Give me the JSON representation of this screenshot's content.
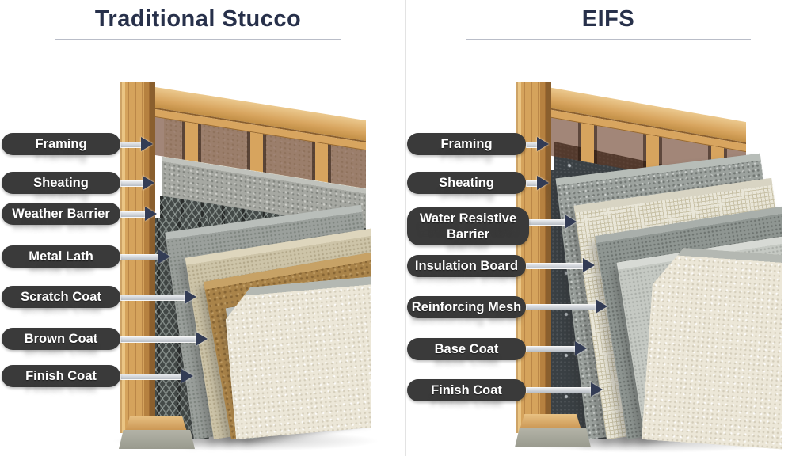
{
  "left": {
    "title": "Traditional Stucco",
    "labels": [
      "Framing",
      "Sheating",
      "Weather Barrier",
      "Metal Lath",
      "Scratch Coat",
      "Brown Coat",
      "Finish Coat"
    ],
    "layers": [
      {
        "name": "framing",
        "color": "#d2a05b"
      },
      {
        "name": "sheathing",
        "color": "#eeebde"
      },
      {
        "name": "weather-barrier",
        "color": "#a6a8a2"
      },
      {
        "name": "metal-lath",
        "color": "#444a48"
      },
      {
        "name": "scratch-coat",
        "color": "#9ba09c"
      },
      {
        "name": "tan-layer",
        "color": "#cdc4a8"
      },
      {
        "name": "brown-coat",
        "color": "#a98349"
      },
      {
        "name": "gray-layer",
        "color": "#a9ada9"
      },
      {
        "name": "finish-coat",
        "color": "#ece7d8"
      }
    ]
  },
  "right": {
    "title": "EIFS",
    "labels": [
      "Framing",
      "Sheating",
      "Water Resistive Barrier",
      "Insulation Board",
      "Reinforcing Mesh",
      "Base Coat",
      "Finish Coat"
    ],
    "layers": [
      {
        "name": "framing",
        "color": "#d2a05b"
      },
      {
        "name": "water-resistive-barrier",
        "color": "#3a4044"
      },
      {
        "name": "insulation-board",
        "color": "#9ca29e"
      },
      {
        "name": "reinforcing-mesh",
        "color": "#e9e6d8"
      },
      {
        "name": "base-coat",
        "color": "#8f9692"
      },
      {
        "name": "pale-gray-layer",
        "color": "#c5c9c3"
      },
      {
        "name": "finish-coat",
        "color": "#ece7d8"
      }
    ]
  },
  "colors": {
    "background": "#ffffff",
    "label_pill": "#3a3a3a",
    "label_text": "#ffffff",
    "title_text": "#27304a",
    "title_underline": "#b9bdc8",
    "arrow_shaft": "#c7cbd1",
    "arrow_head": "#333c55",
    "divider": "#e3e3e3",
    "wood": "#d8a55f",
    "concrete_footing": "#a3a396"
  }
}
